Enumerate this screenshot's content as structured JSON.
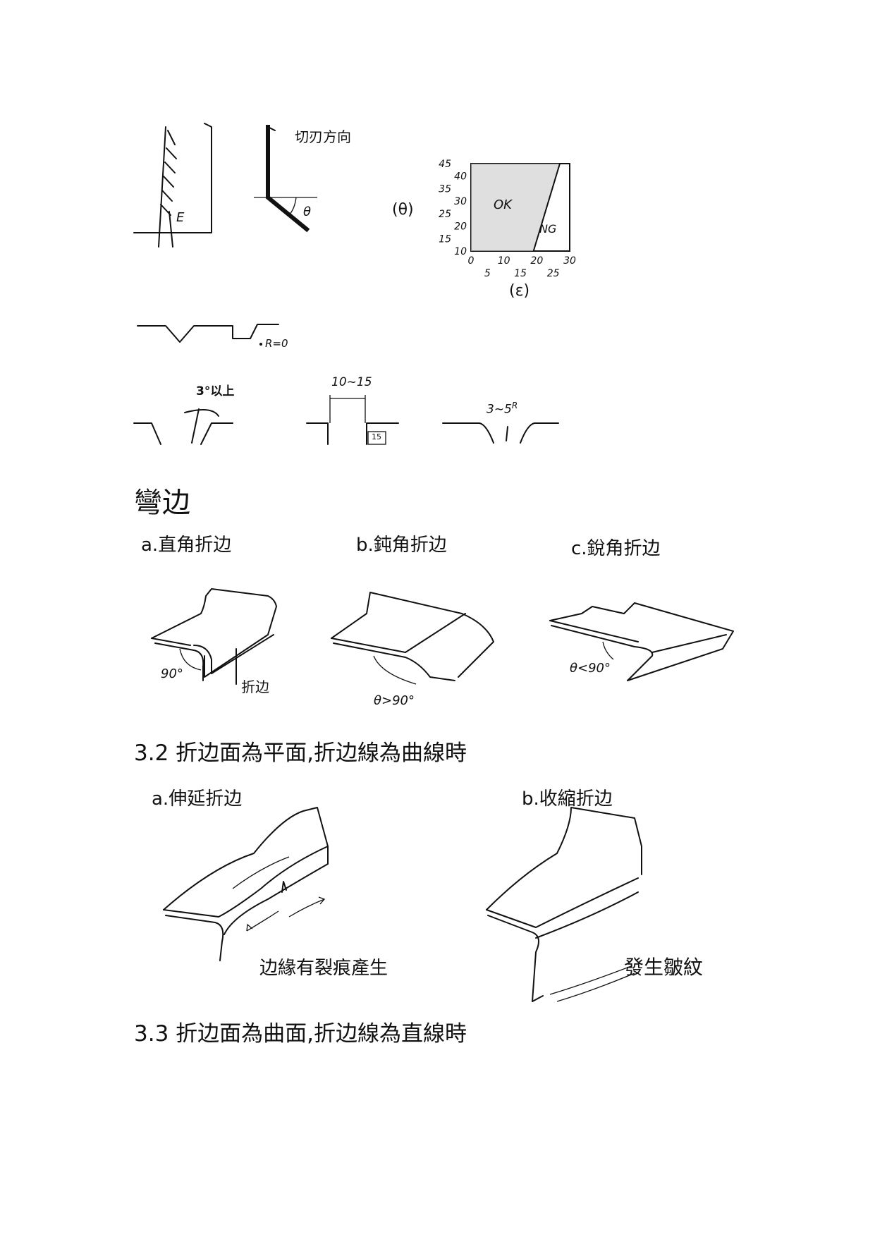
{
  "top_figures": {
    "cutting_direction_label": "切刃方向",
    "epsilon_symbol": "E",
    "theta_symbol": "θ"
  },
  "chart_data": {
    "type": "area",
    "title": "",
    "xlabel": "(ε)",
    "ylabel": "(θ)",
    "x_ticks": [
      "0",
      "5",
      "10",
      "15",
      "20",
      "25",
      "30"
    ],
    "y_ticks": [
      "10",
      "15",
      "20",
      "25",
      "30",
      "35",
      "40",
      "45"
    ],
    "xlim": [
      0,
      30
    ],
    "ylim": [
      10,
      45
    ],
    "regions": [
      {
        "label": "OK",
        "boundary": [
          [
            19,
            10
          ],
          [
            27,
            45
          ]
        ]
      },
      {
        "label": "NG"
      }
    ]
  },
  "shear_figures": {
    "radius_label": "R=0",
    "angle_label": "3°以上",
    "width_label": "10~15",
    "small_label": "15",
    "radius_range_label": "3~5",
    "radius_superscript": "R"
  },
  "section": {
    "title": "彎边",
    "bend_types": [
      {
        "label": "a.直角折边",
        "angle_label": "90°",
        "edge_label": "折边"
      },
      {
        "label": "b.鈍角折边",
        "angle_label": "θ>90°"
      },
      {
        "label": "c.銳角折边",
        "angle_label": "θ<90°"
      }
    ]
  },
  "subsection_32": {
    "heading": "3.2 折边面為平面,折边線為曲線時",
    "items": [
      {
        "label": "a.伸延折边",
        "note": "边緣有裂痕產生"
      },
      {
        "label": "b.收縮折边",
        "note": "發生皺紋"
      }
    ]
  },
  "subsection_33": {
    "heading": "3.3 折边面為曲面,折边線為直線時"
  }
}
